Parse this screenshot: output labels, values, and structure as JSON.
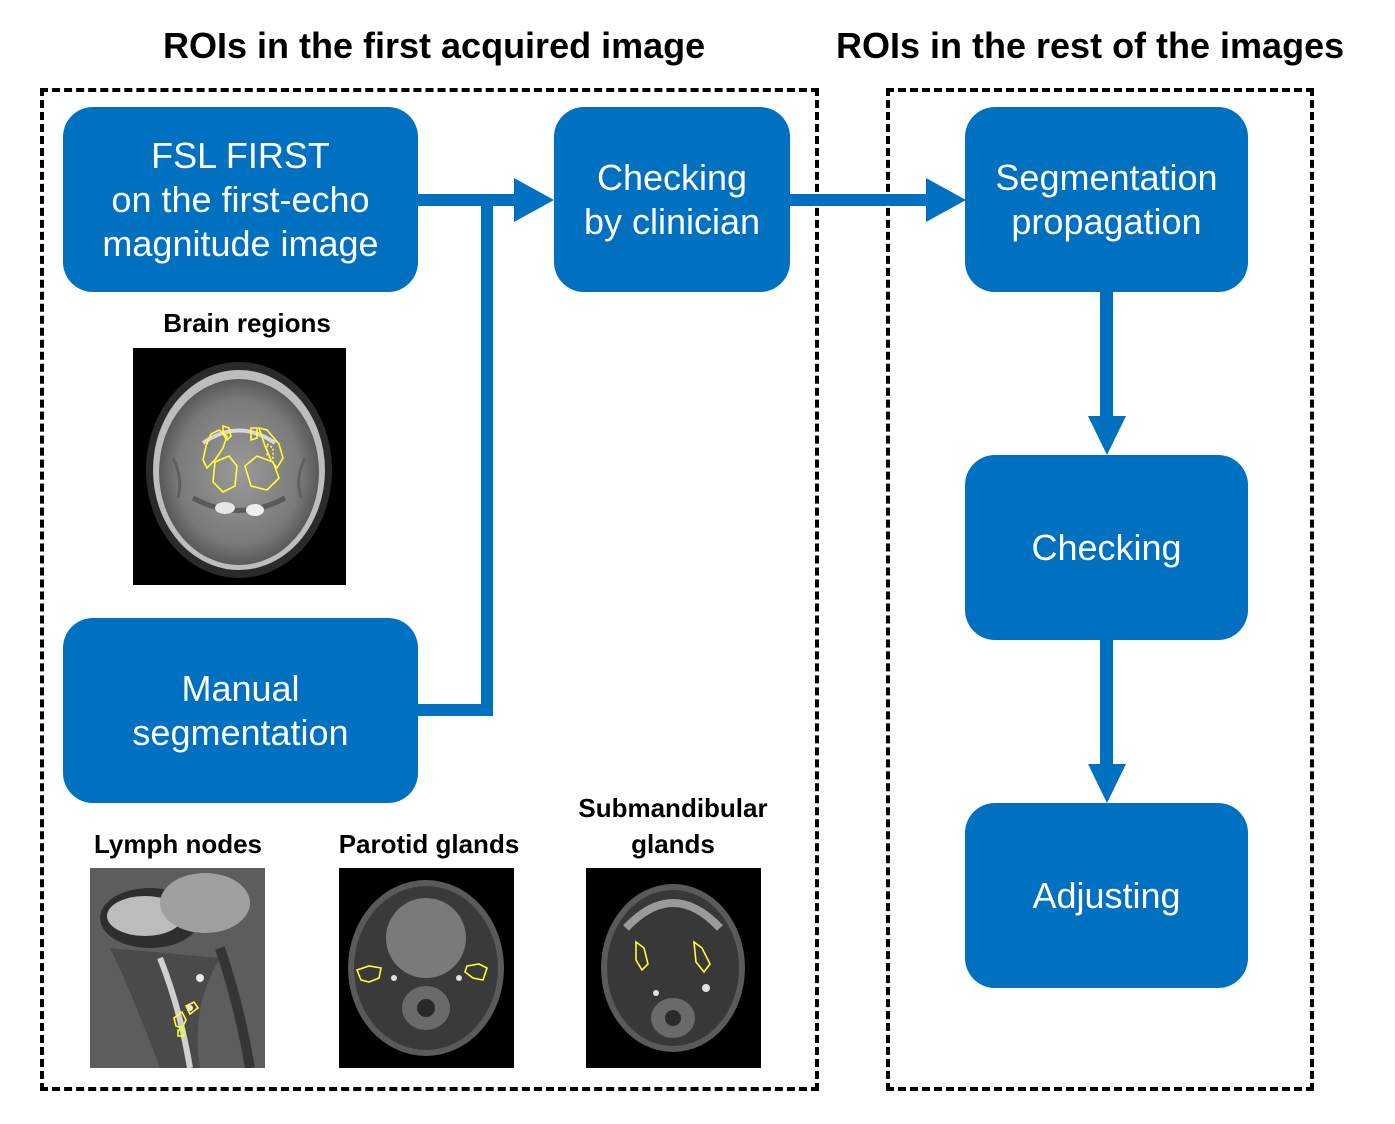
{
  "headings": {
    "left": "ROIs in the first acquired image",
    "right": "ROIs in the rest of the images"
  },
  "boxes": {
    "fsl": "FSL FIRST\non the first-echo\nmagnitude image",
    "manual": "Manual\nsegmentation",
    "checking_clinician": "Checking\nby clinician",
    "propagation": "Segmentation\npropagation",
    "checking": "Checking",
    "adjusting": "Adjusting"
  },
  "images": {
    "brain": "Brain regions",
    "lymph": "Lymph nodes",
    "parotid": "Parotid glands",
    "submandibular": "Submandibular\nglands"
  },
  "colors": {
    "box_fill": "#0070c0",
    "arrow": "#0070c0",
    "roi_outline": "#ffff33"
  }
}
